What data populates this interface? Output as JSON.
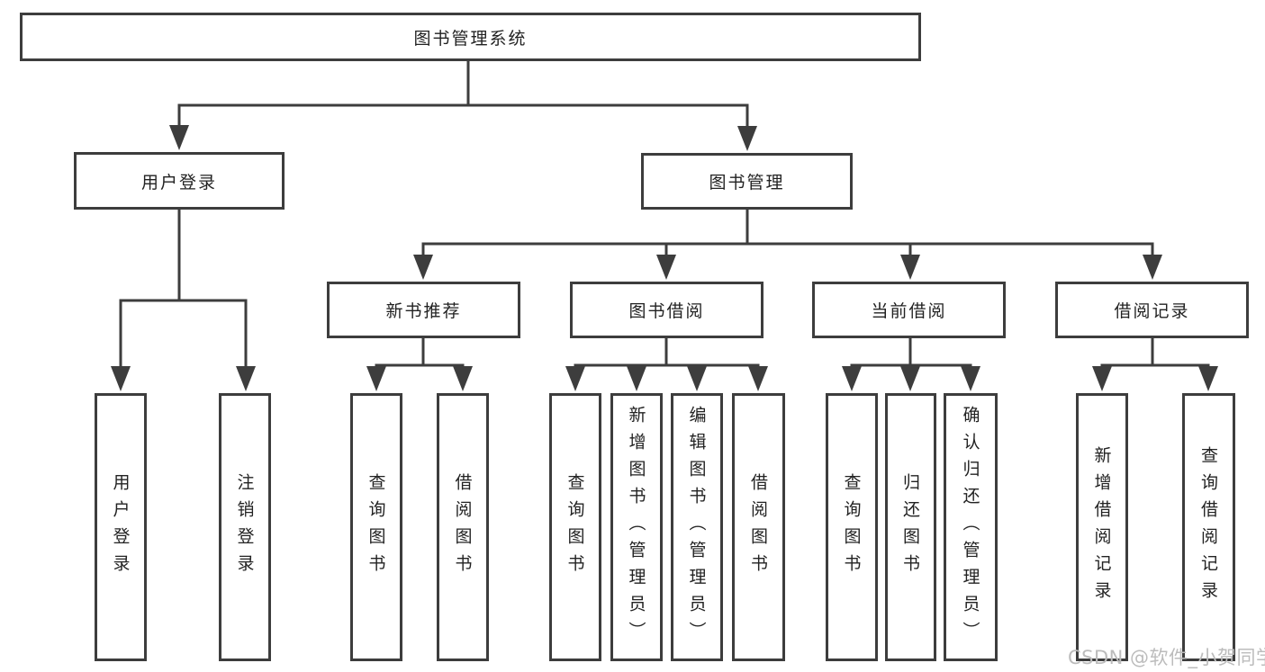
{
  "diagram": {
    "root": {
      "label": "图书管理系统"
    },
    "level2": [
      {
        "label": "用户登录"
      },
      {
        "label": "图书管理"
      }
    ],
    "level3": [
      {
        "label": "新书推荐"
      },
      {
        "label": "图书借阅"
      },
      {
        "label": "当前借阅"
      },
      {
        "label": "借阅记录"
      }
    ],
    "level4": [
      {
        "label": "用户登录"
      },
      {
        "label": "注销登录"
      },
      {
        "label": "查询图书"
      },
      {
        "label": "借阅图书"
      },
      {
        "label": "查询图书"
      },
      {
        "label": "新增图书（管理员）"
      },
      {
        "label": "编辑图书（管理员）"
      },
      {
        "label": "借阅图书"
      },
      {
        "label": "查询图书"
      },
      {
        "label": "归还图书"
      },
      {
        "label": "确认归还（管理员）"
      },
      {
        "label": "新增借阅记录"
      },
      {
        "label": "查询借阅记录"
      }
    ],
    "colors": {
      "line": "#3d3d3d",
      "box_border": "#3d3d3d",
      "text": "#222222",
      "watermark": "#bcbcbc",
      "background": "#ffffff"
    }
  },
  "watermark": {
    "text": "CSDN @软件_小贺同学"
  }
}
